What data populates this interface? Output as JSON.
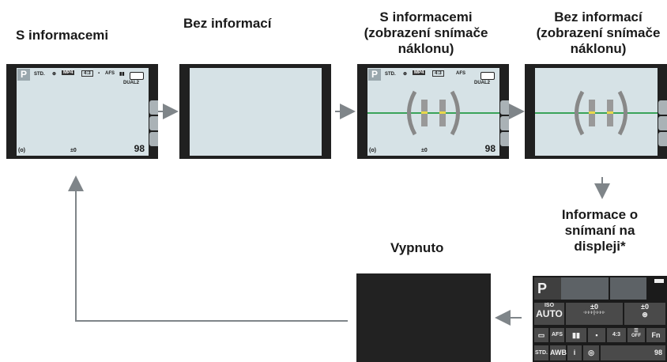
{
  "captions": {
    "s_informacemi": "S informacemi",
    "bez_informaci": "Bez informací",
    "s_informacemi_tilt_1": "S informacemi",
    "s_informacemi_tilt_2": "(zobrazení snímače",
    "s_informacemi_tilt_3": "náklonu)",
    "bez_informaci_tilt_1": "Bez informací",
    "bez_informaci_tilt_2": "(zobrazení snímače",
    "bez_informaci_tilt_3": "náklonu)",
    "vypnuto": "Vypnuto",
    "informace_1": "Informace o",
    "informace_2": "snímaní na",
    "informace_3": "displeji*"
  },
  "screen_indicators": {
    "mode": "P",
    "photo_style": "STD.",
    "dual": "DUAL2",
    "exposure": "±0",
    "frames": "98"
  },
  "info_panel": {
    "mode": "P",
    "iso_label": "ISO",
    "iso_value": "AUTO",
    "exposure_comp": "±0",
    "flash_comp": "±0",
    "focus_mode": "AFS",
    "wb": "AWB",
    "style": "STD.",
    "wifi": "OFF",
    "fn": "Fn",
    "frames": "98"
  },
  "colors": {
    "screen_frame": "#202020",
    "lcd": "#d6e2e6",
    "level_line": "#3aa35a",
    "arrow": "#7f8589"
  }
}
